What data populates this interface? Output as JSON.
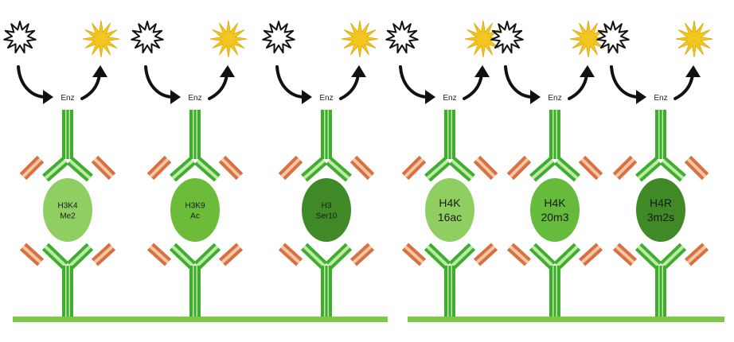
{
  "enzyme_label": "Enz",
  "panels": [
    {
      "items": [
        {
          "mark_lines": [
            "H3K4",
            "Me2"
          ],
          "ellipse_color": "#8fcf62"
        },
        {
          "mark_lines": [
            "H3K9",
            "Ac"
          ],
          "ellipse_color": "#6cbc3a"
        },
        {
          "mark_lines": [
            "H3",
            "Ser10"
          ],
          "ellipse_color": "#3f8a27"
        }
      ]
    },
    {
      "items": [
        {
          "mark_lines": [
            "H4K",
            "16ac"
          ],
          "ellipse_color": "#8fcf62"
        },
        {
          "mark_lines": [
            "H4K",
            "20m3"
          ],
          "ellipse_color": "#67bb3c"
        },
        {
          "mark_lines": [
            "H4R",
            "3m2s"
          ],
          "ellipse_color": "#3f8a27"
        }
      ]
    }
  ],
  "colors": {
    "antibody_green": "#3fae2f",
    "antibody_light": "#bfe9a8",
    "fab_orange": "#d9703f",
    "fab_light": "#f4c7a6",
    "plate_green": "#7ec74a",
    "substrate_outline": "#111111",
    "product_yellow": "#f2c61e",
    "arrow": "#111111"
  },
  "icons": {
    "substrate": "substrate-star-outline-icon",
    "product": "product-star-filled-icon",
    "arrow_in": "curved-arrow-down-icon",
    "arrow_out": "curved-arrow-up-icon"
  }
}
